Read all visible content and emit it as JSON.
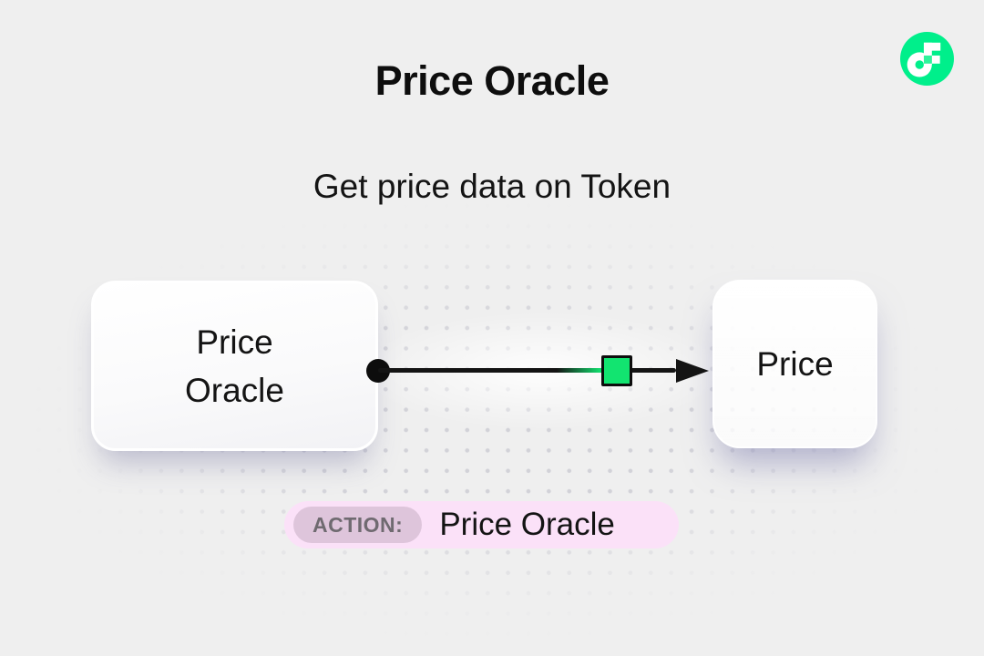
{
  "header": {
    "title": "Price Oracle",
    "subtitle": "Get price data on Token"
  },
  "logo": {
    "name": "Flow logo",
    "circle_color": "#00EF8B",
    "glyph_color": "#FFFFFF",
    "accent_square_color": "#2EF49B"
  },
  "diagram": {
    "nodes": [
      {
        "id": "source",
        "label": "Price Oracle"
      },
      {
        "id": "target",
        "label": "Price"
      }
    ],
    "edge": {
      "from": "source",
      "to": "target",
      "line_color": "#141414",
      "marker_color": "#12E470"
    }
  },
  "action_badge": {
    "key_label": "ACTION:",
    "value": "Price Oracle",
    "pill_color": "#FBE1F8",
    "key_pill_color": "#DEC5DB"
  },
  "background": {
    "color": "#EFEFEF",
    "dot_color": "#D2D2D8"
  }
}
